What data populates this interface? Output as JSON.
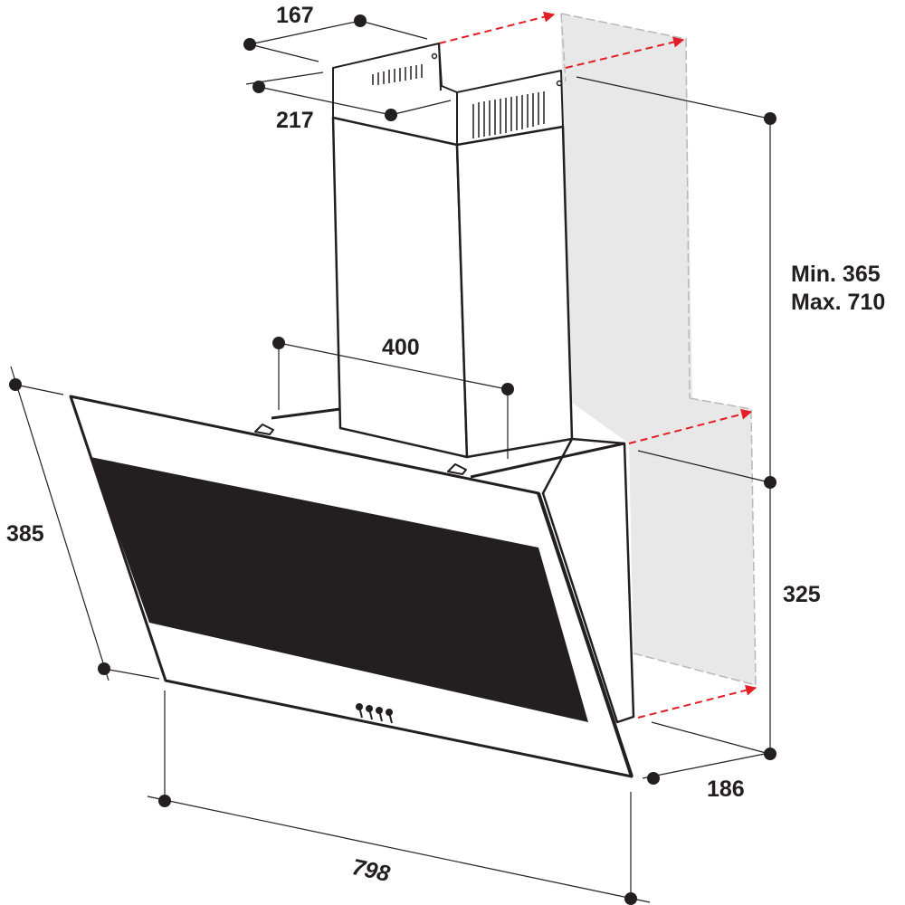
{
  "diagram": {
    "subject": "Angled wall-mounted cooker hood – dimension drawing",
    "units": "mm",
    "colors": {
      "line": "#231f20",
      "glass_panel": "#231f20",
      "wall_area": "#e8e8e9",
      "arrow": "#e31e24",
      "background": "#ffffff"
    },
    "dimensions": {
      "chimney_depth": "167",
      "chimney_width": "217",
      "chimney_height_min": "Min. 365",
      "chimney_height_max": "Max. 710",
      "bracket_spacing": "400",
      "canopy_depth_slant": "385",
      "body_height": "325",
      "body_depth": "186",
      "overall_width": "798"
    },
    "controls": {
      "button_count": 4
    }
  }
}
